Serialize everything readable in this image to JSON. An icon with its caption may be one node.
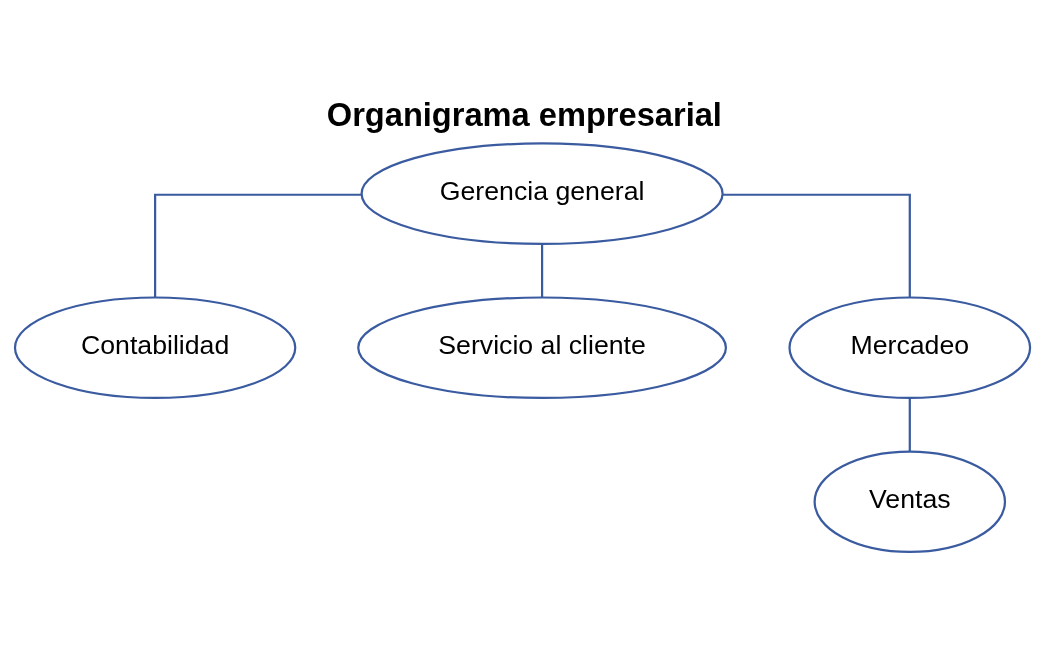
{
  "diagram": {
    "title": "Organigrama empresarial",
    "nodes": [
      {
        "text": [
          "Gerencia general"
        ]
      },
      {
        "text": [
          "Contabilidad"
        ]
      },
      {
        "text": [
          "Servicio al cliente"
        ]
      },
      {
        "text": [
          "Mercadeo"
        ]
      },
      {
        "text": [
          "Ventas"
        ]
      }
    ],
    "edges": [
      {
        "from": 0,
        "to": 1,
        "arrow": "none"
      },
      {
        "from": 0,
        "to": 2,
        "arrow": "none"
      },
      {
        "from": 0,
        "to": 3,
        "arrow": "none"
      },
      {
        "from": 3,
        "to": 4,
        "arrow": "none"
      }
    ]
  }
}
